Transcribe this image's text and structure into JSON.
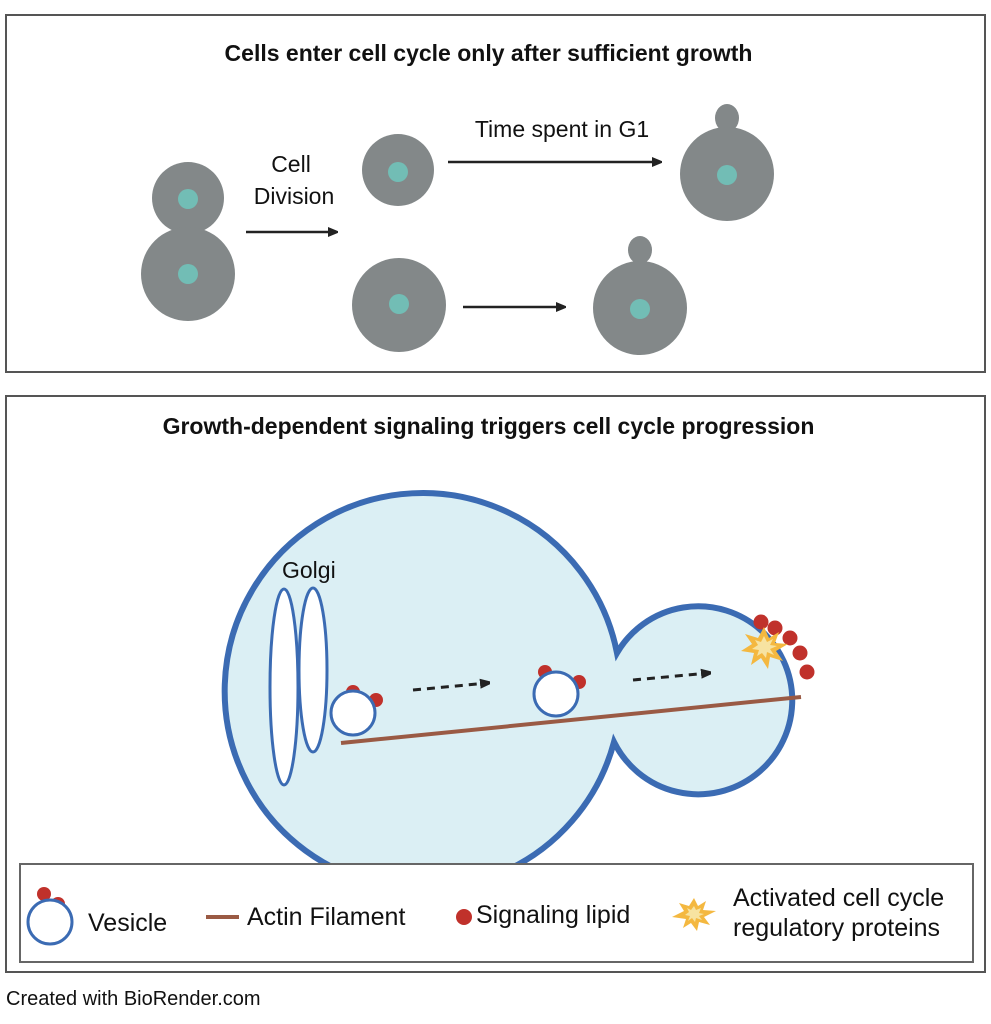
{
  "panels": {
    "top": {
      "title": "Cells enter cell cycle only after sufficient growth",
      "labels": {
        "cell_division_line1": "Cell",
        "cell_division_line2": "Division",
        "time_in_g1": "Time spent in G1"
      }
    },
    "bottom": {
      "title": "Growth-dependent signaling triggers cell cycle progression",
      "labels": {
        "golgi": "Golgi"
      }
    }
  },
  "legend": {
    "items": [
      {
        "icon": "vesicle-icon",
        "label": "Vesicle"
      },
      {
        "icon": "actin-filament-icon",
        "label": "Actin Filament"
      },
      {
        "icon": "signaling-lipid-icon",
        "label": "Signaling lipid"
      },
      {
        "icon": "activated-protein-icon",
        "label_line1": "Activated cell cycle",
        "label_line2": "regulatory proteins"
      }
    ]
  },
  "footer": "Created with BioRender.com",
  "colors": {
    "cell_gray": "#838889",
    "nucleus_teal": "#72bdb5",
    "membrane_blue": "#3b6bb3",
    "cytoplasm": "#dbeff4",
    "actin_brown": "#9a5a44",
    "lipid_red": "#c0312b",
    "burst_orange": "#f4b840",
    "burst_center": "#f7e3a1",
    "arrow": "#222222",
    "panel_border": "#555555"
  }
}
